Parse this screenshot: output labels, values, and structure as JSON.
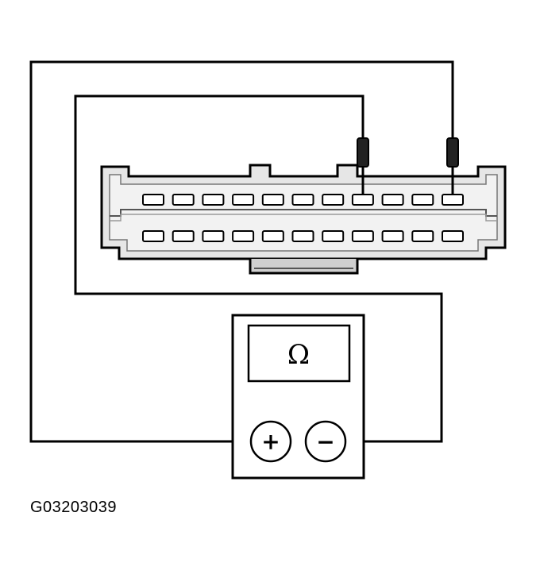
{
  "figure": {
    "reference_code": "G03203039",
    "meter": {
      "display_symbol": "Ω",
      "positive_terminal_symbol": "+",
      "negative_terminal_symbol": "−"
    },
    "connector": {
      "top_row_pins": 11,
      "bottom_row_pins": 11
    },
    "colors": {
      "line": "#000000",
      "background": "#ffffff",
      "shade": "#d9d9d9"
    }
  }
}
